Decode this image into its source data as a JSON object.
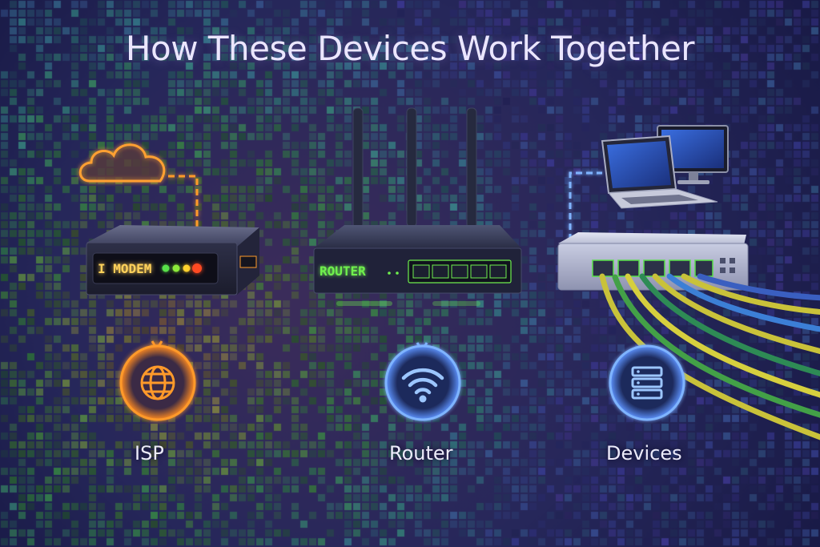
{
  "title": "How These Devices Work Together",
  "devices": {
    "modem_label": "I MODEM",
    "router_label": "ROUTER"
  },
  "nodes": {
    "isp": "ISP",
    "router": "Router",
    "devices": "Devices"
  },
  "icons": {
    "cloud": "cloud-icon",
    "globe": "globe-icon",
    "wifi": "wifi-icon",
    "server": "server-icon",
    "laptop": "laptop-icon",
    "monitor": "monitor-icon"
  },
  "colors": {
    "background": "#1e1f4e",
    "orange_link": "#ff9a2a",
    "blue_link": "#7fb4ff",
    "green_led": "#59e04a",
    "title": "#ebe6ff"
  }
}
